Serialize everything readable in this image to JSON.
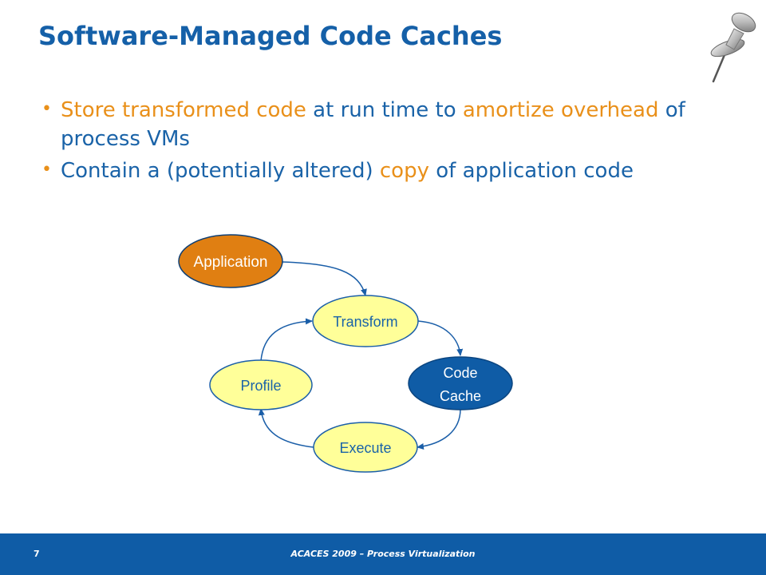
{
  "slide": {
    "title": "Software-Managed Code Caches",
    "bullets": [
      [
        {
          "text": "Store transformed code",
          "highlight": true
        },
        {
          "text": " at run time to ",
          "highlight": false
        },
        {
          "text": "amortize overhead",
          "highlight": true
        },
        {
          "text": " of process VMs",
          "highlight": false
        }
      ],
      [
        {
          "text": "Contain a (potentially altered) ",
          "highlight": false
        },
        {
          "text": "copy",
          "highlight": true
        },
        {
          "text": " of application code",
          "highlight": false
        }
      ]
    ],
    "bullet_glyph": "•"
  },
  "diagram": {
    "nodes": {
      "application": {
        "label": "Application",
        "fill": "#e07f12",
        "text_color": "#ffffff"
      },
      "transform": {
        "label": "Transform",
        "fill": "#ffff99",
        "text_color": "#1a63a8"
      },
      "code_cache": {
        "label_line1": "Code",
        "label_line2": "Cache",
        "fill": "#0f5ca6",
        "text_color": "#ffffff"
      },
      "execute": {
        "label": "Execute",
        "fill": "#ffff99",
        "text_color": "#1a63a8"
      },
      "profile": {
        "label": "Profile",
        "fill": "#ffff99",
        "text_color": "#1a63a8"
      }
    },
    "edges": [
      {
        "from": "application",
        "to": "transform"
      },
      {
        "from": "transform",
        "to": "code_cache"
      },
      {
        "from": "code_cache",
        "to": "execute"
      },
      {
        "from": "execute",
        "to": "profile"
      },
      {
        "from": "profile",
        "to": "transform"
      }
    ],
    "edge_color": "#1a5ea8"
  },
  "decor": {
    "pin": "pushpin-icon"
  },
  "footer": {
    "page_number": "7",
    "text": "ACACES 2009 – Process Virtualization"
  },
  "colors": {
    "title": "#1560a8",
    "body_text": "#1a63a8",
    "highlight": "#e9901a",
    "footer_bg": "#0f5ca6"
  }
}
